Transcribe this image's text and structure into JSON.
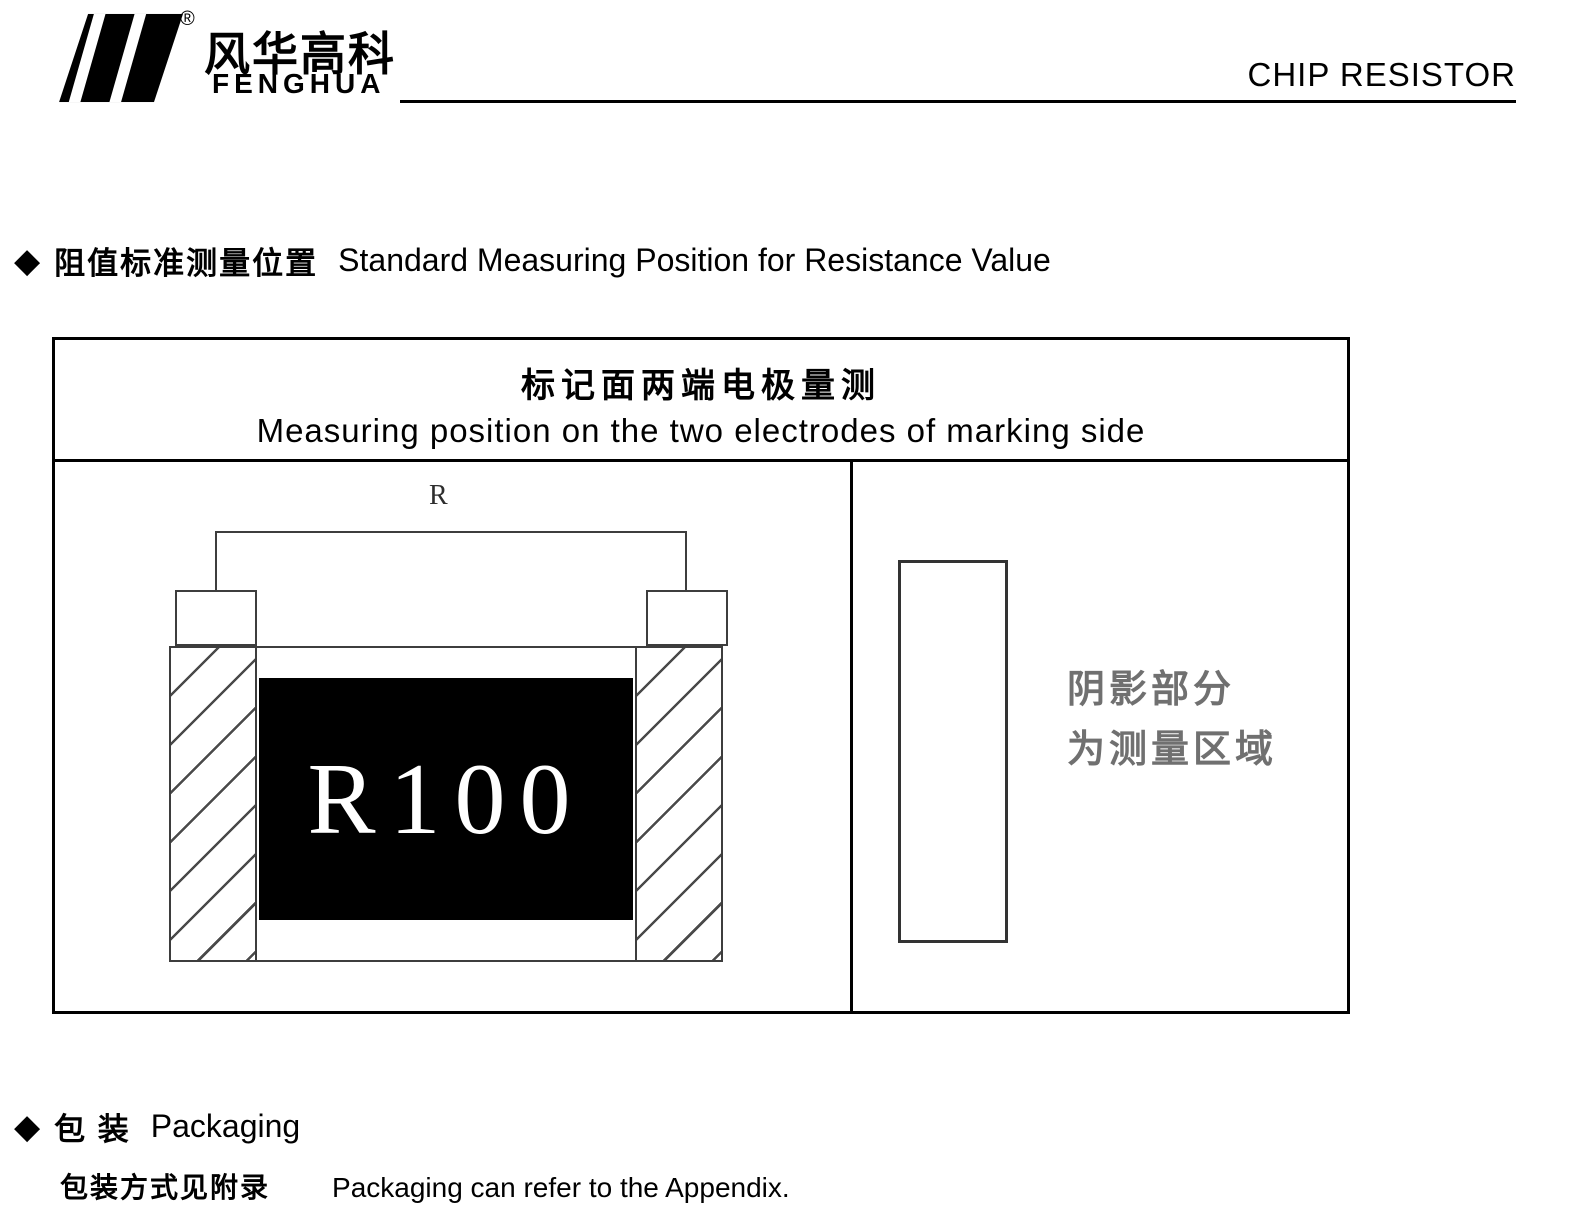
{
  "colors": {
    "ink": "#000000",
    "diagram_line": "#3d3d3d",
    "note_gray": "#707070",
    "marking_bg": "#000000",
    "marking_fg": "#ffffff"
  },
  "header": {
    "brand_cn": "风华高科",
    "brand_en": "FENGHUA",
    "registered_mark": "®",
    "doc_title": "CHIP RESISTOR"
  },
  "sections": {
    "measuring": {
      "bullet": "◆",
      "title_cn": "阻值标准测量位置",
      "title_en": "Standard Measuring Position for Resistance Value"
    },
    "packaging": {
      "bullet": "◆",
      "title_cn": "包 装",
      "title_en": "Packaging",
      "note_cn": "包装方式见附录",
      "note_en": "Packaging can refer to the Appendix."
    }
  },
  "diagram": {
    "caption_cn": "标记面两端电极量测",
    "caption_en": "Measuring position on the two electrodes of marking side",
    "dimension_label": "R",
    "marking": "R100",
    "shaded_note_line1": "阴影部分",
    "shaded_note_line2": "为测量区域"
  }
}
